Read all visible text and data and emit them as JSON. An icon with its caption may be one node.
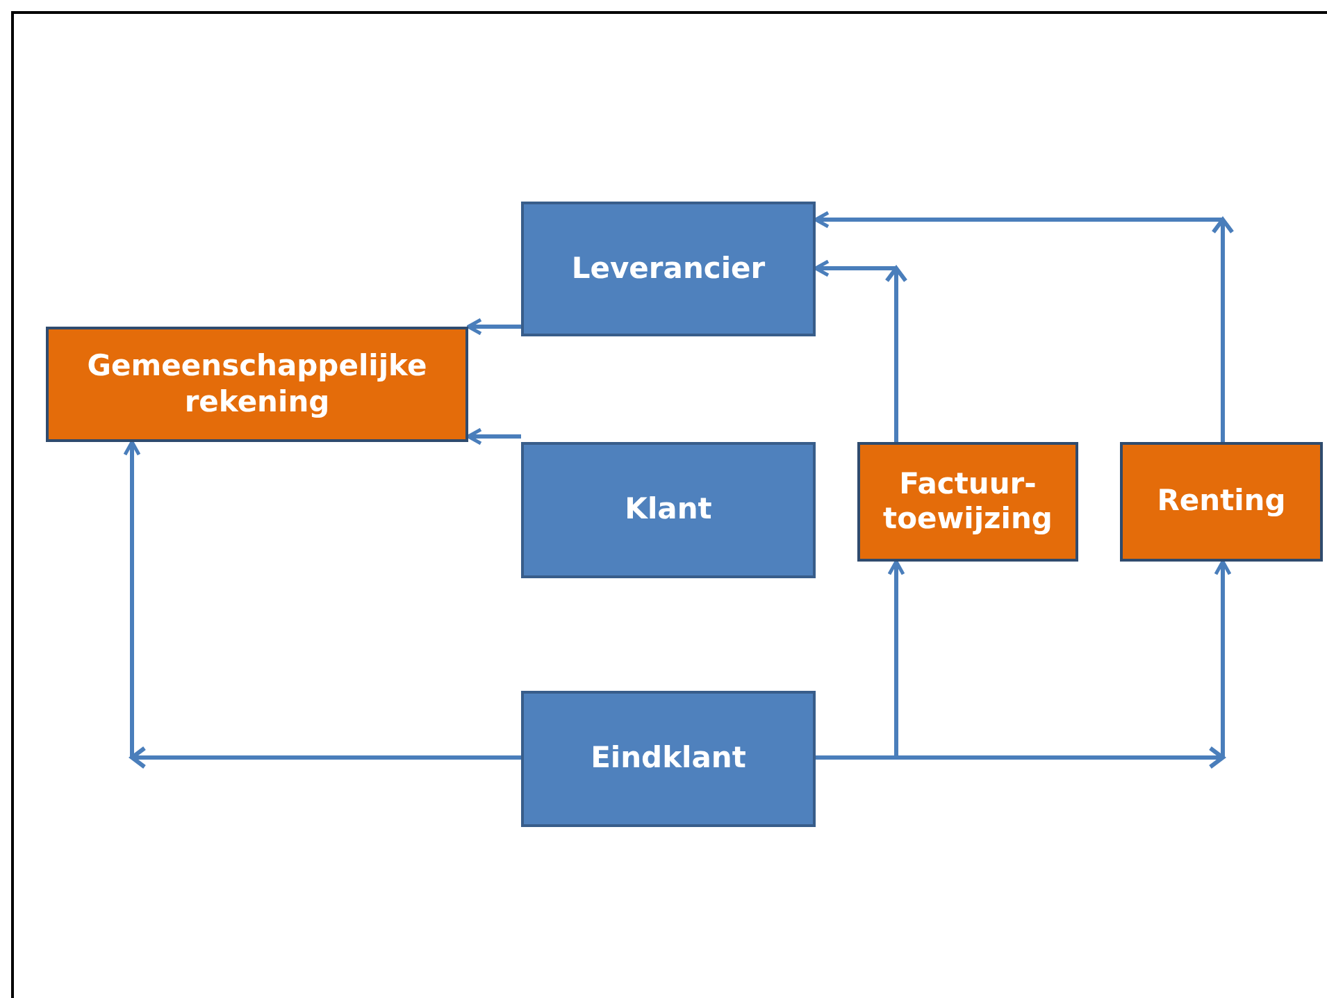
{
  "diagram": {
    "nodes": [
      {
        "text": [
          "Leverancier"
        ]
      },
      {
        "text": [
          "Gemeenschappelijke rekening"
        ]
      },
      {
        "text": [
          "Klant"
        ]
      },
      {
        "text": [
          "Factuur- toewijzing"
        ]
      },
      {
        "text": [
          "Renting"
        ]
      },
      {
        "text": [
          "Eindklant"
        ]
      }
    ],
    "edges": [
      {
        "from": 0,
        "to": 1,
        "arrow": "to"
      },
      {
        "from": 2,
        "to": 1,
        "arrow": "to"
      },
      {
        "from": 5,
        "to": 1,
        "arrow": "to"
      },
      {
        "from": 5,
        "to": 3,
        "arrow": "to"
      },
      {
        "from": 5,
        "to": 4,
        "arrow": "to"
      },
      {
        "from": 3,
        "to": 0,
        "arrow": "to"
      },
      {
        "from": 4,
        "to": 0,
        "arrow": "to"
      }
    ]
  }
}
